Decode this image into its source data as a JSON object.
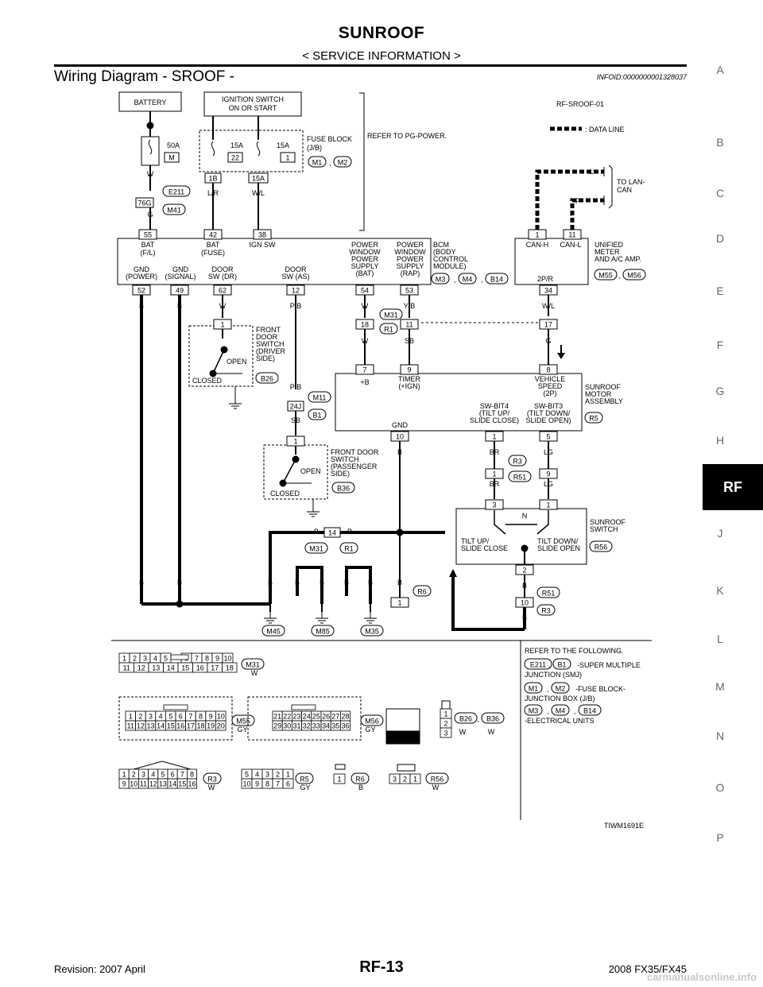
{
  "header": {
    "title": "SUNROOF",
    "breadcrumb": "< SERVICE INFORMATION >",
    "section_title": "Wiring Diagram - SROOF -",
    "info_id": "INFOID:0000000001328037"
  },
  "side_letters": [
    "A",
    "B",
    "C",
    "D",
    "E",
    "F",
    "G",
    "H",
    "J",
    "K",
    "L",
    "M",
    "N",
    "O",
    "P"
  ],
  "active_tab": "RF",
  "diagram": {
    "id": "RF-SROOF-01",
    "legend": ": DATA LINE",
    "ref_power": "REFER TO PG-POWER.",
    "battery": "BATTERY",
    "ign1": "IGNITION SWITCH",
    "ign2": "ON OR START",
    "fuse50": "50A",
    "fuse50_no": "M",
    "fuse15a": "15A",
    "fuse15a_no": "22",
    "fuse15b": "15A",
    "fuse15b_no": "1",
    "fb1": "FUSE BLOCK",
    "fb2": "(J/B)",
    "m1": "M1",
    "m2": "M2",
    "p1b": "1B",
    "p15a": "15A",
    "w_w": "W",
    "w_lr": "L/R",
    "w_wl": "W/L",
    "e211": "E211",
    "p76g": "76G",
    "m41": "M41",
    "w_g": "G",
    "p55": "55",
    "p42": "42",
    "p38": "38",
    "bat_fl1": "BAT",
    "bat_fl2": "(F/L)",
    "bat_fuse1": "BAT",
    "bat_fuse2": "(FUSE)",
    "ign_sw": "IGN SW",
    "pw_bat": [
      "POWER",
      "WINDOW",
      "POWER",
      "SUPPLY",
      "(BAT)"
    ],
    "pw_rap": [
      "POWER",
      "WINDOW",
      "POWER",
      "SUPPLY",
      "(RAP)"
    ],
    "bcm": [
      "BCM",
      "(BODY",
      "CONTROL",
      "MODULE)"
    ],
    "gnd_power": [
      "GND",
      "(POWER)"
    ],
    "gnd_signal": [
      "GND",
      "(SIGNAL)"
    ],
    "door_dr": [
      "DOOR",
      "SW (DR)"
    ],
    "door_as": [
      "DOOR",
      "SW (AS)"
    ],
    "m3": "M3",
    "m4": "M4",
    "b14": "B14",
    "p52": "52",
    "p49": "49",
    "p62": "62",
    "p12": "12",
    "p54": "54",
    "p53": "53",
    "w_b": "B",
    "w_pb": "P/B",
    "w_yb": "Y/B",
    "m31": "M31",
    "p18": "18",
    "r1": "R1",
    "p11": "11",
    "w_sb": "SB",
    "to_lan1": "TO LAN-",
    "to_lan2": "CAN",
    "w_l": "L",
    "w_p": "P",
    "can_h": "CAN-H",
    "can_l": "CAN-L",
    "p1": "1",
    "p2pr": "2P/R",
    "p34": "34",
    "meter": [
      "UNIFIED",
      "METER",
      "AND A/C AMP."
    ],
    "m55": "M55",
    "m56": "M56",
    "p17": "17",
    "fds": [
      "FRONT",
      "DOOR",
      "SWITCH",
      "(DRIVER",
      "SIDE)"
    ],
    "open": "OPEN",
    "closed": "CLOSED",
    "b26": "B26",
    "m11": "M11",
    "p24j": "24J",
    "b1": "B1",
    "p7": "7",
    "p9": "9",
    "p8": "8",
    "plus_b": "+B",
    "timer": [
      "TIMER",
      "(+IGN)"
    ],
    "vspeed": [
      "VEHICLE",
      "SPEED",
      "(2P)"
    ],
    "sw4": [
      "SW-BIT4",
      "(TILT UP/",
      "SLIDE CLOSE)"
    ],
    "sw3": [
      "SW-BIT3",
      "(TILT DOWN/",
      "SLIDE OPEN)"
    ],
    "gnd": "GND",
    "motor": [
      "SUNROOF",
      "MOTOR",
      "ASSEMBLY"
    ],
    "r5": "R5",
    "p10": "10",
    "p5": "5",
    "w_br": "BR",
    "w_lg": "LG",
    "r3": "R3",
    "r51": "R51",
    "fdsp": [
      "FRONT DOOR",
      "SWITCH",
      "(PASSENGER",
      "SIDE)"
    ],
    "b36": "B36",
    "p3": "3",
    "p2": "2",
    "p14": "14",
    "sw_n": "N",
    "tilt_up": [
      "TILT UP/",
      "SLIDE CLOSE"
    ],
    "tilt_down": [
      "TILT DOWN/",
      "SLIDE OPEN"
    ],
    "sroof_sw": [
      "SUNROOF",
      "SWITCH"
    ],
    "r56": "R56",
    "r6": "R6",
    "m45": "M45",
    "m85": "M85",
    "m35": "M35",
    "ref_follow": "REFER TO THE FOLLOWING.",
    "ref1": "-SUPER MULTIPLE",
    "ref1b": "JUNCTION (SMJ)",
    "ref2": "-FUSE BLOCK-",
    "ref2b": "JUNCTION BOX (J/B)",
    "ref3": "-ELECTRICAL UNITS",
    "col_w": "W",
    "col_gy": "GY",
    "col_b": "B",
    "hs": "H.S.",
    "conn_m31": [
      [
        "1",
        "2",
        "3",
        "4",
        "5",
        "",
        "6",
        "7",
        "8",
        "9",
        "10"
      ],
      [
        "11",
        "12",
        "13",
        "14",
        "15",
        "16",
        "17",
        "18"
      ]
    ],
    "conn_m55": [
      [
        "1",
        "2",
        "3",
        "4",
        "5",
        "6",
        "7",
        "8",
        "9",
        "10"
      ],
      [
        "11",
        "12",
        "13",
        "14",
        "15",
        "16",
        "17",
        "18",
        "19",
        "20"
      ]
    ],
    "conn_m56": [
      [
        "21",
        "22",
        "23",
        "24",
        "25",
        "26",
        "27",
        "28"
      ],
      [
        "29",
        "30",
        "31",
        "32",
        "33",
        "34",
        "35",
        "36"
      ]
    ],
    "conn_b26": [
      "1",
      "2",
      "3"
    ],
    "conn_r3": [
      [
        "1",
        "2",
        "3",
        "4",
        "5",
        "6",
        "7",
        "8"
      ],
      [
        "9",
        "10",
        "11",
        "12",
        "13",
        "14",
        "15",
        "16"
      ]
    ],
    "conn_r5": [
      [
        "5",
        "4",
        "3",
        "2",
        "1"
      ],
      [
        "10",
        "9",
        "8",
        "7",
        "6"
      ]
    ],
    "conn_r6": [
      "1"
    ],
    "conn_r56": [
      "3",
      "2",
      "1"
    ],
    "fig_code": "TIWM1691E"
  },
  "footer": {
    "revision": "Revision: 2007 April",
    "page": "RF-13",
    "model": "2008 FX35/FX45",
    "watermark": "carmanualsonline.info"
  }
}
